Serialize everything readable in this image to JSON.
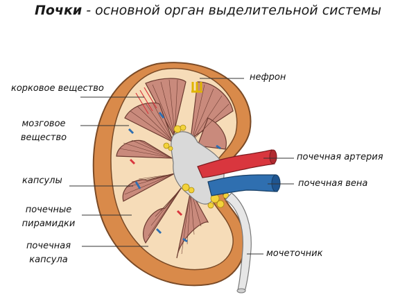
{
  "title": {
    "bold": "Почки",
    "rest": " - основной орган выделительной системы"
  },
  "labels": {
    "cortex": "корковое вещество",
    "medulla_1": "мозговое",
    "medulla_2": "вещество",
    "capsules": "капсулы",
    "pyramids_1": "почечные",
    "pyramids_2": "пирамидки",
    "renal_capsule_1": "почечная",
    "renal_capsule_2": "капсула",
    "nephron": "нефрон",
    "artery": "почечная артерия",
    "vein": "почечная вена",
    "ureter": "мочеточник"
  },
  "colors": {
    "outer_capsule": "#d98a4a",
    "cortex": "#f6dcb8",
    "pyramid": "#c98a7c",
    "pelvis": "#d9d9d9",
    "artery": "#d9363e",
    "vein": "#2f6fb0",
    "fat": "#f3d23a"
  }
}
